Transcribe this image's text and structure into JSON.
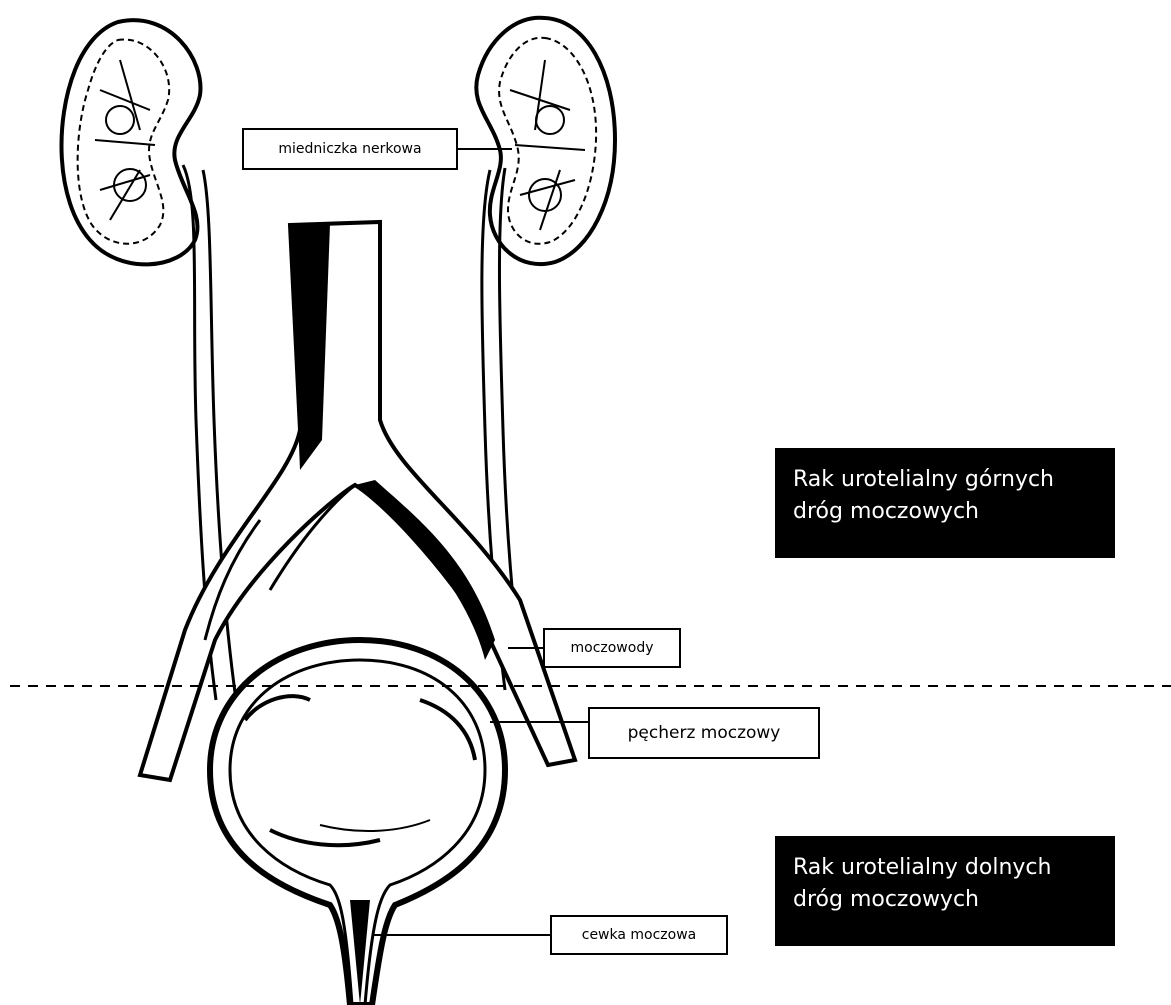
{
  "labels": {
    "renal_pelvis": "miedniczka nerkowa",
    "ureters": "moczowody",
    "bladder": "pęcherz moczowy",
    "urethra": "cewka moczowa"
  },
  "regions": {
    "upper_line1": "Rak urotelialny górnych",
    "upper_line2": "dróg moczowych",
    "lower_line1": "Rak urotelialny dolnych",
    "lower_line2": "dróg moczowych"
  },
  "colors": {
    "ink": "#000000",
    "paper": "#ffffff"
  }
}
